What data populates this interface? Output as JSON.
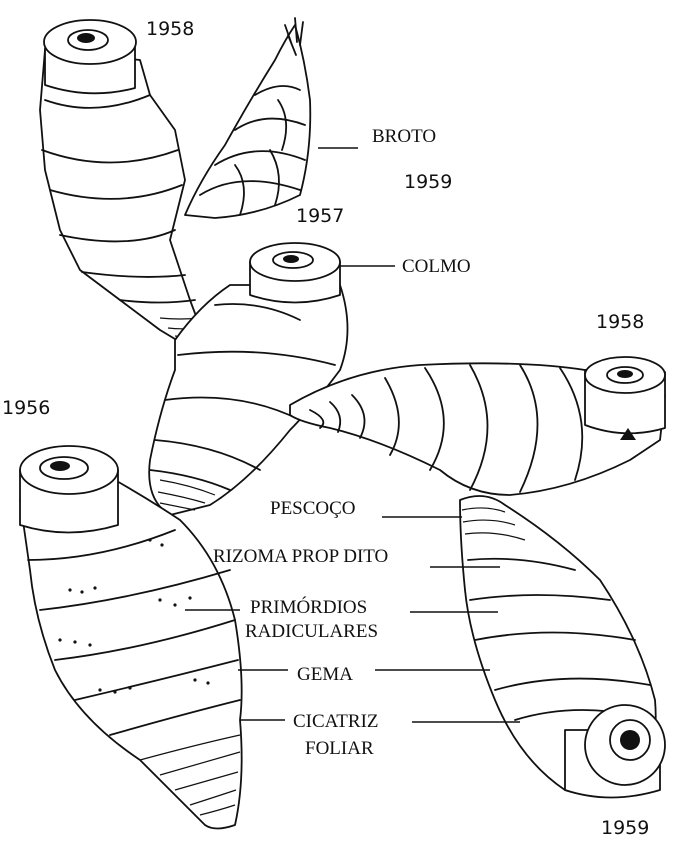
{
  "years": {
    "top_left": "1958",
    "mid_right": "1959",
    "center": "1957",
    "right": "1958",
    "left": "1956",
    "bottom_right": "1959"
  },
  "labels": {
    "broto": "BROTO",
    "colmo": "COLMO",
    "pescoco": "PESCOÇO",
    "rizoma": "RIZOMA PROP DITO",
    "primordios_1": "PRIMÓRDIOS",
    "primordios_2": "RADICULARES",
    "gema": "GEMA",
    "cicatriz_1": "CICATRIZ",
    "cicatriz_2": "FOLIAR"
  },
  "colors": {
    "ink": "#111111",
    "paper": "#ffffff"
  }
}
